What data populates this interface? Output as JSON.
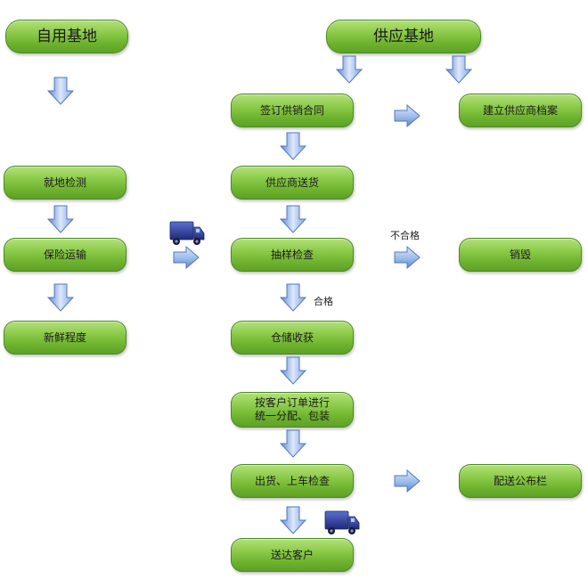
{
  "self_base": {
    "title": "自用基地",
    "steps": [
      "就地检测",
      "保险运输",
      "新鲜程度"
    ]
  },
  "supply_base": {
    "title": "供应基地",
    "steps": {
      "sign_contract": "签订供销合同",
      "supplier_delivery": "供应商送货",
      "sampling_check": "抽样检查",
      "storage_receipt": "仓储收获",
      "allocate_pack_line1": "按客户订单进行",
      "allocate_pack_line2": "统一分配、包装",
      "ship_check": "出货、上车检查",
      "deliver_customer": "送达客户"
    },
    "side": {
      "supplier_archive": "建立供应商档案",
      "destroy": "销毁",
      "distribution_board": "配送公布栏"
    }
  },
  "labels": {
    "qualified": "合格",
    "unqualified": "不合格"
  },
  "colors": {
    "node_fill": "#8fcd4d",
    "node_border": "#4b8a24",
    "arrow_fill": "#8fb3e6",
    "truck": "#2a3a8c"
  },
  "icons": {
    "arrow_down": "down-arrow-icon",
    "arrow_right": "right-arrow-icon",
    "truck": "truck-icon"
  }
}
